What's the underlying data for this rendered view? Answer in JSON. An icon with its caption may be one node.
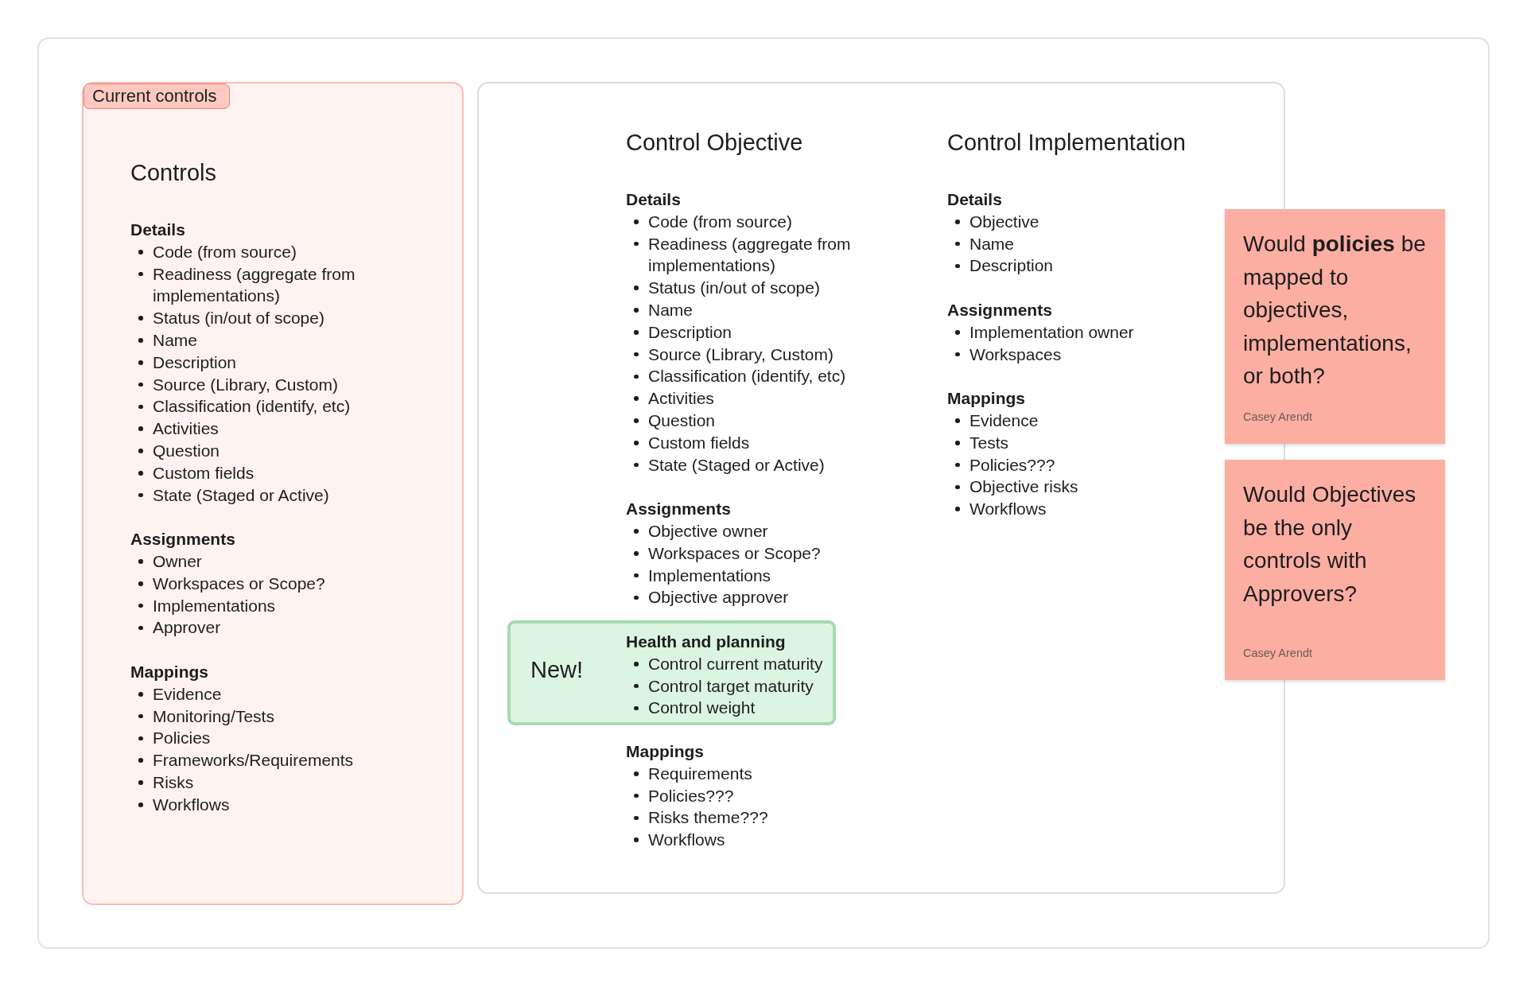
{
  "diagram": {
    "nodes": [
      {
        "text": [],
        "shape": "box"
      },
      {
        "text": [
          "Controls",
          "Details",
          "Code (from source)",
          "Readiness (aggregate from implementations)",
          "Status (in/out of scope)",
          "Name",
          "Description",
          "Source (Library, Custom)",
          "Classification (identify, etc)",
          "Activities",
          "Question",
          "Custom fields",
          "State (Staged or Active)",
          "Assignments",
          "Owner",
          "Workspaces or Scope?",
          "Implementations",
          "Approver",
          "Mappings",
          "Evidence",
          "Monitoring/Tests",
          "Policies",
          "Frameworks/Requirements",
          "Risks",
          "Workflows"
        ],
        "in": 0
      },
      {
        "text": [
          "Current controls"
        ],
        "in": 1
      },
      {
        "text": [
          "Control Objective",
          "Details",
          "Code (from source)",
          "Readiness (aggregate from implementations)",
          "Status (in/out of scope)",
          "Name",
          "Description",
          "Source (Library, Custom)",
          "Classification (identify, etc)",
          "Activities",
          "Question",
          "Custom fields",
          "State (Staged or Active)",
          "Assignments",
          "Objective owner",
          "Workspaces or Scope?",
          "Implementations",
          "Objective approver",
          "Mappings",
          "Requirements",
          "Policies???",
          "Risks theme???",
          "Workflows",
          "Control Implementation",
          "Details",
          "Objective",
          "Name",
          "Description",
          "Assignments",
          "Implementation owner",
          "Workspaces",
          "Mappings",
          "Evidence",
          "Tests",
          "Policies???",
          "Objective risks",
          "Workflows"
        ],
        "in": 0
      },
      {
        "text": [
          "New!",
          "Health and planning",
          "Control current maturity",
          "Control target maturity",
          "Control weight"
        ],
        "in": 3
      },
      {
        "text": [
          "Would **policies** be mapped to objectives, implementations, or both?",
          "Casey Arendt"
        ],
        "in": 0
      },
      {
        "text": [
          "Would Objectives be the only controls with Approvers?",
          "Casey Arendt"
        ],
        "in": 0
      }
    ]
  }
}
